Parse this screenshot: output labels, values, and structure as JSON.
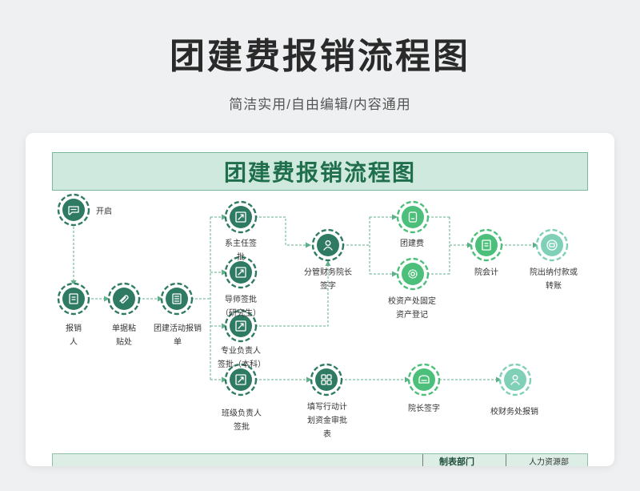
{
  "page": {
    "title": "团建费报销流程图",
    "subtitle": "简洁实用/自由编辑/内容通用"
  },
  "flow": {
    "header": "团建费报销流程图",
    "colors": {
      "dark": "#2f7a62",
      "mid": "#4cbf7a",
      "light": "#7fd0b6",
      "line": "#5fb08a",
      "header_bg": "#cfe9de"
    },
    "nodes": [
      {
        "id": "start",
        "label": "开启",
        "icon": "chat-icon"
      },
      {
        "id": "applicant",
        "label": "报销人",
        "icon": "document-icon"
      },
      {
        "id": "receipt",
        "label": "单据粘贴处",
        "icon": "paperclip-icon"
      },
      {
        "id": "activity-form",
        "label": "团建活动报销单",
        "icon": "list-icon"
      },
      {
        "id": "dept-head",
        "label": "系主任签批",
        "icon": "edit-icon"
      },
      {
        "id": "supervisor",
        "label": "导师签批（研究生）",
        "icon": "edit-icon"
      },
      {
        "id": "major-head",
        "label": "专业负责人签批（本科）",
        "icon": "edit-icon"
      },
      {
        "id": "class-head",
        "label": "班级负责人签批",
        "icon": "edit-icon"
      },
      {
        "id": "vice-dean",
        "label": "分管财务院长签字",
        "icon": "user-icon"
      },
      {
        "id": "team-fee",
        "label": "团建费",
        "icon": "wallet-icon"
      },
      {
        "id": "asset-register",
        "label": "校资产处固定资产登记",
        "icon": "gear-icon"
      },
      {
        "id": "accountant",
        "label": "院会计",
        "icon": "document-icon"
      },
      {
        "id": "cashier",
        "label": "院出纳付款或转账",
        "icon": "coin-icon"
      },
      {
        "id": "plan-form",
        "label": "填写行动计划资金审批表",
        "icon": "grid-icon"
      },
      {
        "id": "dean",
        "label": "院长签字",
        "icon": "sofa-icon"
      },
      {
        "id": "finance-office",
        "label": "校财务处报销",
        "icon": "user-icon"
      }
    ]
  },
  "footer": {
    "key": "制表部门",
    "value": "人力资源部"
  }
}
